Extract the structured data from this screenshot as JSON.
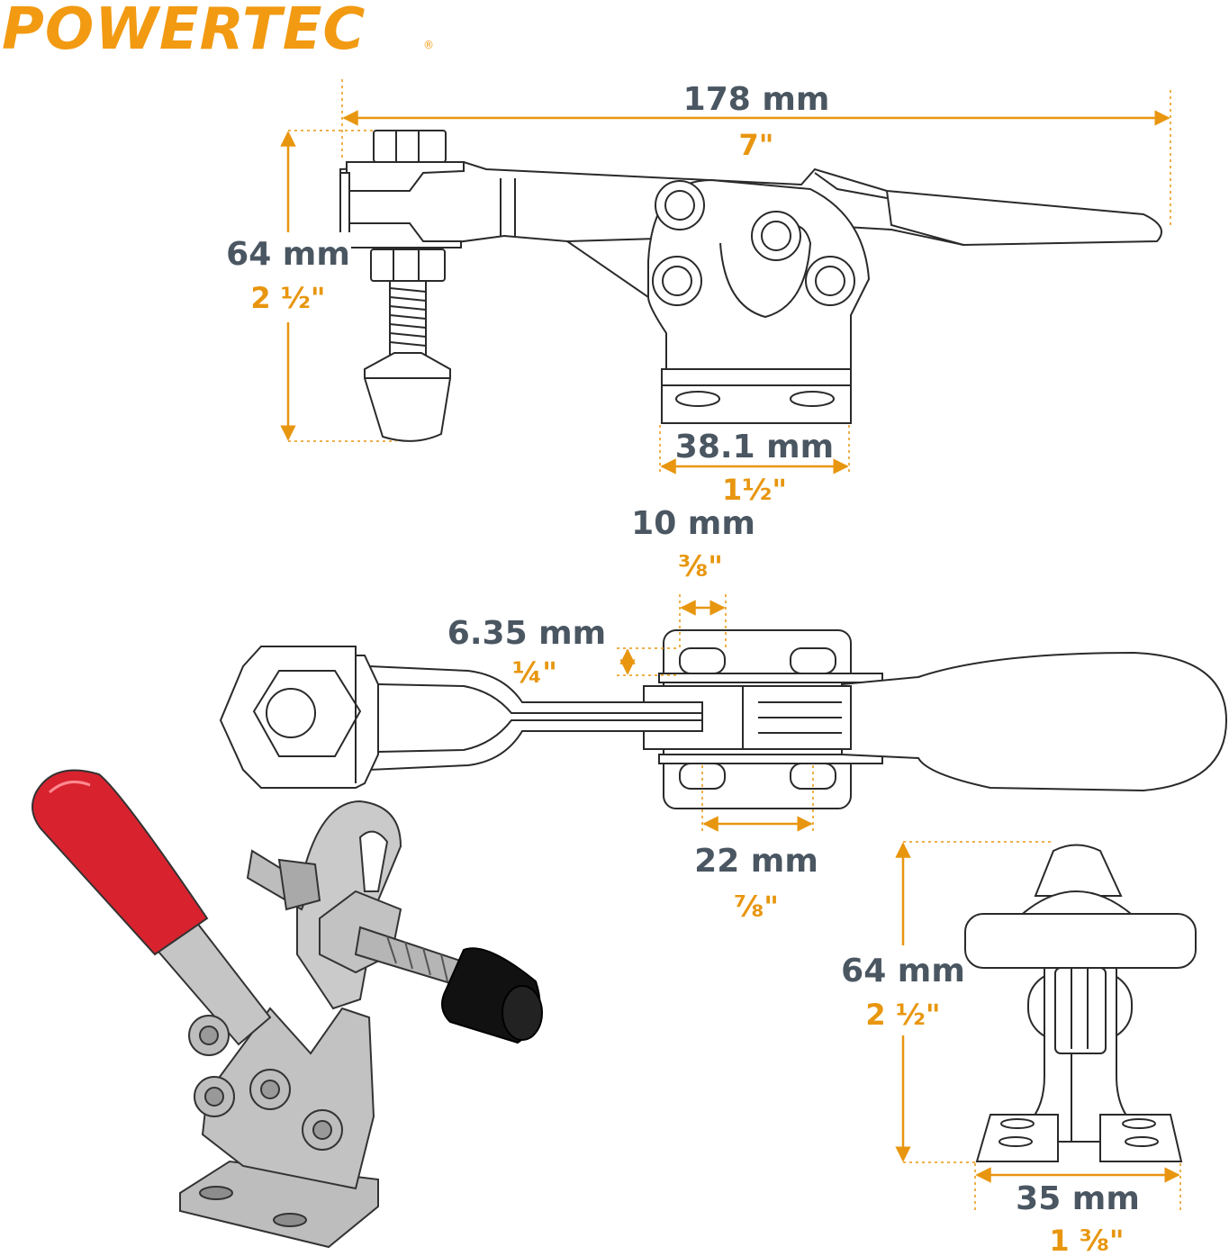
{
  "brand": {
    "name": "POWERTEC",
    "registered": "®",
    "color": "#f29a12"
  },
  "colors": {
    "metric": "#4a5661",
    "imperial": "#e8960f",
    "outline": "#2a2a2a",
    "handle": "#d8232f",
    "metal": "#b9b9b9",
    "tip": "#111111"
  },
  "dimensions": {
    "overall_length": {
      "metric": "178 mm",
      "imperial": "7\""
    },
    "side_height": {
      "metric": "64 mm",
      "imperial": "2 ½\""
    },
    "base_width": {
      "metric": "38.1 mm",
      "imperial": "1½\""
    },
    "slot_spacing": {
      "metric": "10 mm",
      "imperial": "⅜\""
    },
    "slot_width": {
      "metric": "6.35 mm",
      "imperial": "¼\""
    },
    "hole_spacing": {
      "metric": "22 mm",
      "imperial": "⅞\""
    },
    "front_height": {
      "metric": "64 mm",
      "imperial": "2 ½\""
    },
    "front_base": {
      "metric": "35 mm",
      "imperial": "1 ⅜\""
    }
  },
  "views": {
    "side": "side-view-drawing",
    "top": "top-view-drawing",
    "front": "front-view-drawing",
    "product": "toggle-clamp-photo-render"
  }
}
